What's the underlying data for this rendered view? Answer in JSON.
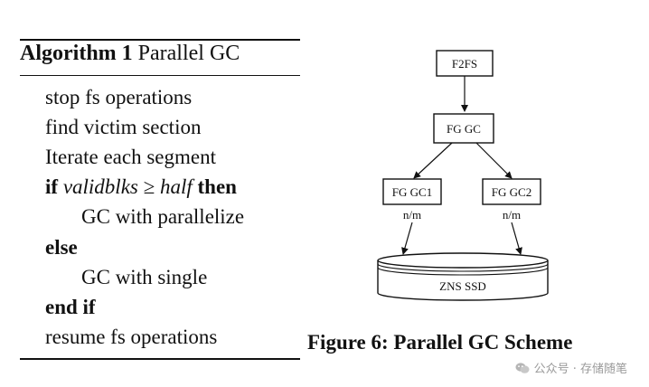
{
  "algorithm": {
    "title_bold": "Algorithm 1",
    "title_rest": "Parallel GC",
    "lines": {
      "l1": "stop fs operations",
      "l2": "find victim section",
      "l3": "Iterate each segment",
      "if_kw": "if",
      "condition": "validblks ≥ half",
      "then_kw": "then",
      "l5": "GC with parallelize",
      "else_kw": "else",
      "l7": "GC with single",
      "endif_kw": "end if",
      "l9": "resume fs operations"
    }
  },
  "figure": {
    "nodes": {
      "f2fs": "F2FS",
      "fggc": "FG GC",
      "fggc1": "FG GC1",
      "fggc2": "FG GC2",
      "ssd": "ZNS SSD"
    },
    "edge_labels": {
      "left": "n/m",
      "right": "n/m"
    },
    "caption": "Figure 6: Parallel GC Scheme"
  },
  "watermark": {
    "text": "公众号 · 存储随笔"
  }
}
